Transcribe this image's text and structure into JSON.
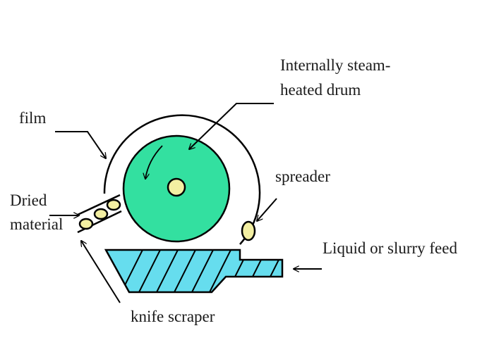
{
  "labels": {
    "drum_line1": "Internally steam-",
    "drum_line2": "heated drum",
    "film": "film",
    "spreader": "spreader",
    "dried_line1": "Dried",
    "dried_line2": "material",
    "feed": "Liquid or slurry feed",
    "scraper": "knife scraper"
  },
  "colors": {
    "drum_fill": "#33E0A0",
    "trough_fill": "#66DDEE",
    "particle_fill": "#F3EFA2",
    "stroke": "#000000"
  }
}
